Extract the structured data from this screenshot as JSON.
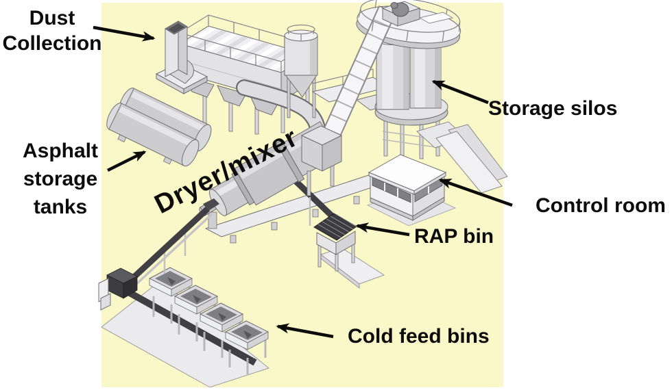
{
  "labels": {
    "dust_collection": {
      "line1": "Dust",
      "line2": "Collection"
    },
    "asphalt_storage_tanks": {
      "line1": "Asphalt",
      "line2": "storage",
      "line3": "tanks"
    },
    "dryer_mixer": "Dryer/mixer",
    "storage_silos": "Storage silos",
    "control_room": "Control room",
    "rap_bin": "RAP bin",
    "cold_feed_bins": "Cold feed bins"
  },
  "colors": {
    "backdrop": "#FAF8C8",
    "label_text": "#0c0c0c",
    "arrow": "#0c0c0c",
    "outline": "#6e6e72",
    "equipment_light": "#f2f2f4",
    "equipment_mid": "#d6d6d9",
    "equipment_shade": "#c4c4c7",
    "belt_dark": "#404044"
  }
}
